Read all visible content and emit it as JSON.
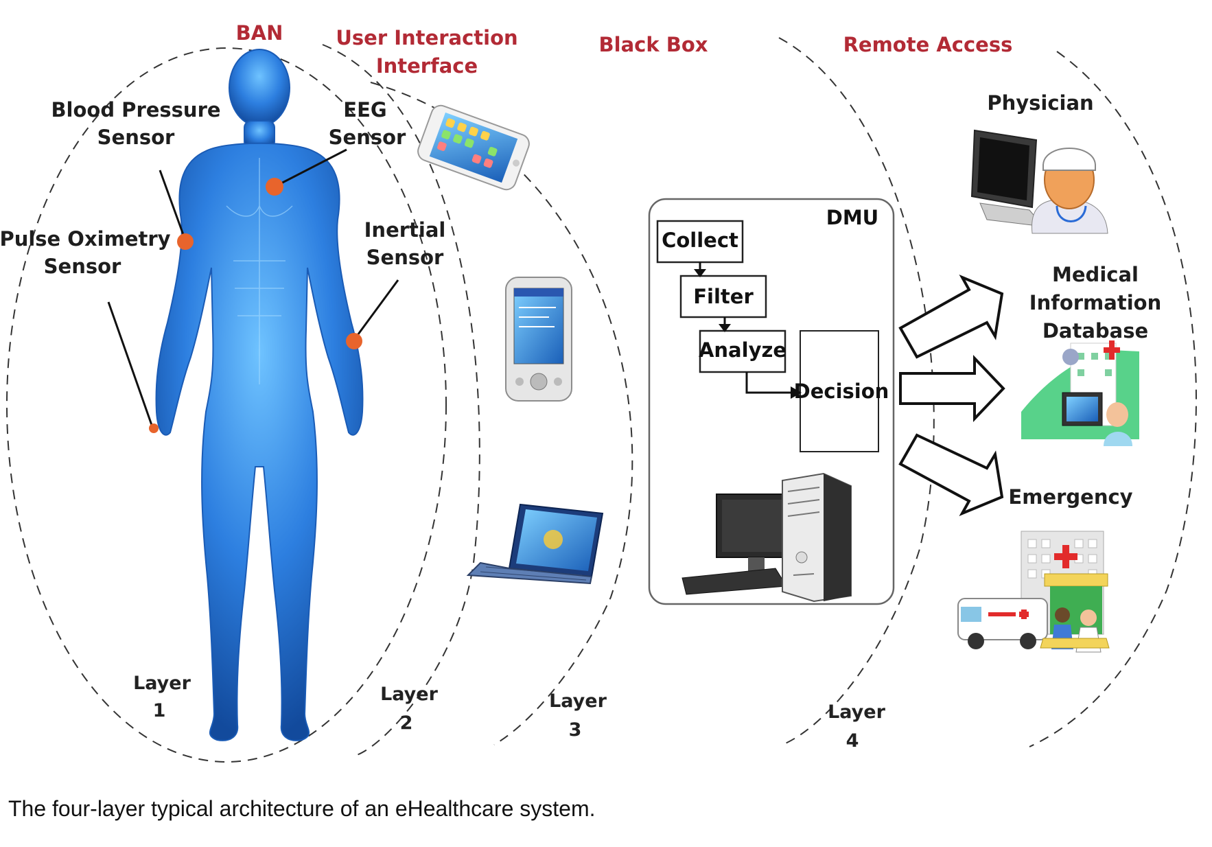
{
  "headers": {
    "ban": "BAN",
    "user_interaction_1": "User Interaction",
    "user_interaction_2": "Interface",
    "black_box": "Black Box",
    "remote_access": "Remote Access"
  },
  "sensors": {
    "blood_pressure_1": "Blood Pressure",
    "blood_pressure_2": "Sensor",
    "eeg_1": "EEG",
    "eeg_2": "Sensor",
    "pulse_oximetry_1": "Pulse Oximetry",
    "pulse_oximetry_2": "Sensor",
    "inertial_1": "Inertial",
    "inertial_2": "Sensor"
  },
  "dmu": {
    "title": "DMU",
    "collect": "Collect",
    "filter": "Filter",
    "analyze": "Analyze",
    "decision": "Decision"
  },
  "remote": {
    "physician": "Physician",
    "medical_1": "Medical",
    "medical_2": "Information",
    "medical_3": "Database",
    "emergency": "Emergency"
  },
  "layers": {
    "word": "Layer",
    "n1": "1",
    "n2": "2",
    "n3": "3",
    "n4": "4"
  },
  "caption": "The four-layer typical architecture of an eHealthcare system.",
  "colors": {
    "header_red": "#b22a35",
    "body_blue": "#2d7fe0",
    "sensor_orange": "#e8642c"
  },
  "icons": [
    "human-body-icon",
    "smartphone-icon",
    "pda-icon",
    "laptop-icon",
    "desktop-computer-icon",
    "physician-icon",
    "medical-database-icon",
    "emergency-hospital-icon"
  ]
}
